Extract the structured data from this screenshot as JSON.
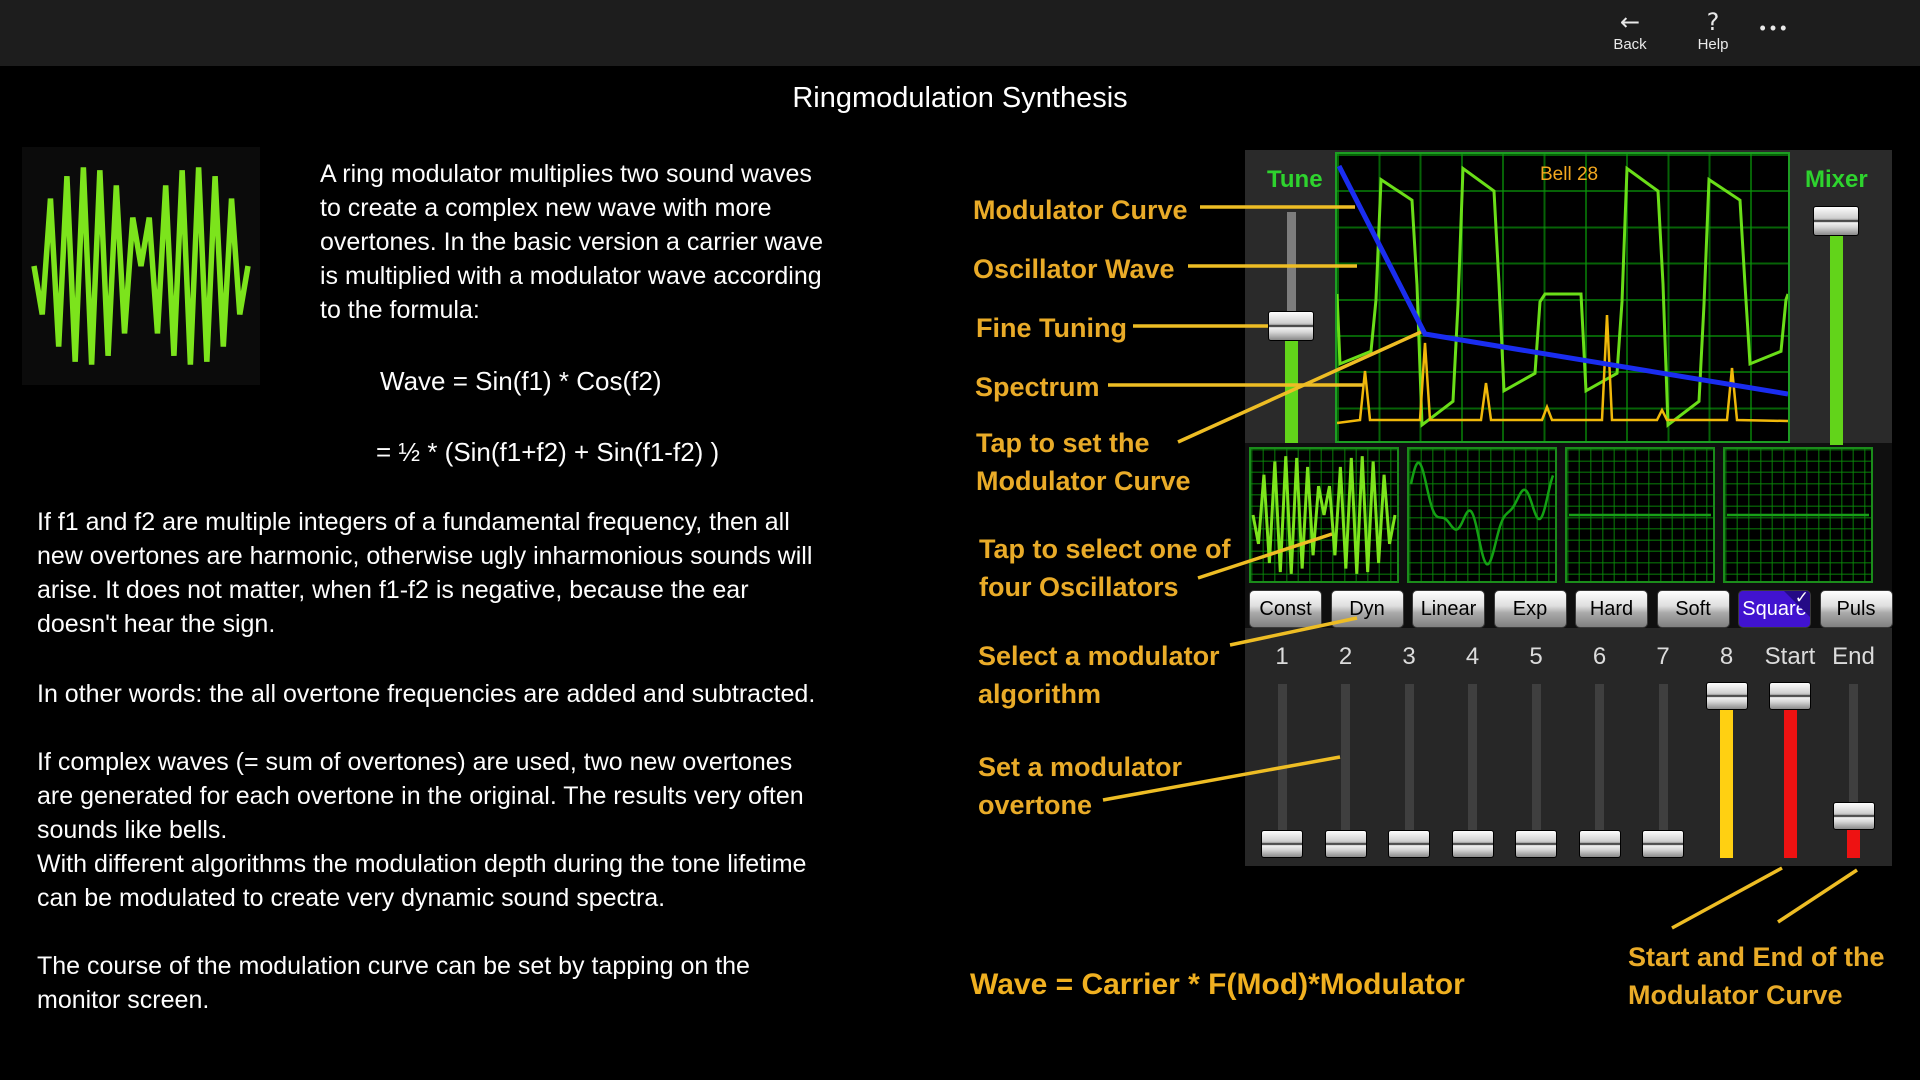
{
  "topbar": {
    "back_label": "Back",
    "help_label": "Help",
    "more_label": "•••",
    "back_icon": "←",
    "help_icon": "?"
  },
  "title": "Ringmodulation Synthesis",
  "article": {
    "intro": "A ring modulator multiplies two sound waves\nto create a complex new wave with more\novertones. In the basic version a carrier wave\nis multiplied with a modulator wave according\nto the formula:",
    "formula1": "Wave = Sin(f1) * Cos(f2)",
    "formula2": "= ½ * (Sin(f1+f2) + Sin(f1-f2) )",
    "para2": "If f1 and f2 are multiple integers of a fundamental frequency, then all\nnew overtones are harmonic, otherwise ugly inharmonious sounds will\narise. It does not matter, when f1-f2 is negative, because the ear\ndoesn't hear the sign.",
    "para3": "In other words: the all overtone frequencies are added and subtracted.",
    "para4": "If complex waves (= sum of overtones) are used, two new overtones\nare generated for each overtone in the original. The results very often\nsounds like bells.\nWith different algorithms the modulation depth during the tone lifetime\ncan be modulated to create very dynamic sound spectra.",
    "para5": "The course of the modulation curve can be set by tapping on the\nmonitor screen."
  },
  "annotations": {
    "modulator_curve": "Modulator Curve",
    "oscillator_wave": "Oscillator Wave",
    "fine_tuning": "Fine Tuning",
    "spectrum": "Spectrum",
    "tap_set": "Tap to set the\nModulator Curve",
    "tap_select": "Tap to select one of\nfour Oscillators",
    "select_algorithm": "Select a modulator\nalgorithm",
    "set_overtone": "Set a modulator\novertone",
    "start_end": "Start and End of the\nModulator Curve",
    "bottom_formula": "Wave = Carrier * F(Mod)*Modulator"
  },
  "synth": {
    "tune_label": "Tune",
    "mixer_label": "Mixer",
    "preset_label": "Bell 28",
    "algorithms": [
      {
        "label": "Const",
        "selected": false
      },
      {
        "label": "Dyn",
        "selected": false
      },
      {
        "label": "Linear",
        "selected": false
      },
      {
        "label": "Exp",
        "selected": false
      },
      {
        "label": "Hard",
        "selected": false
      },
      {
        "label": "Soft",
        "selected": false
      },
      {
        "label": "Square",
        "selected": true
      },
      {
        "label": "Puls",
        "selected": false
      }
    ],
    "sliders": [
      {
        "label": "1",
        "value": 0,
        "fill": null
      },
      {
        "label": "2",
        "value": 0,
        "fill": null
      },
      {
        "label": "3",
        "value": 0,
        "fill": null
      },
      {
        "label": "4",
        "value": 0,
        "fill": null
      },
      {
        "label": "5",
        "value": 0,
        "fill": null
      },
      {
        "label": "6",
        "value": 0,
        "fill": null
      },
      {
        "label": "7",
        "value": 0,
        "fill": null
      },
      {
        "label": "8",
        "value": 1,
        "fill": "slider_yellow"
      },
      {
        "label": "Start",
        "value": 1,
        "fill": "slider_red"
      },
      {
        "label": "End",
        "value": 0.19,
        "fill": "slider_red"
      }
    ]
  },
  "colors": {
    "annotation_text": "#e9ab28",
    "annotation_line": "#eebd24",
    "wave_green": "#6ade18",
    "bright_green": "#7ce41c",
    "dim_green": "#13a013",
    "flat_green": "#17a017",
    "fill_green": "#62d41a",
    "modulator_blue": "#1a2df0",
    "spectrum_yellow": "#f0b80a",
    "slider_yellow": "#ffd012",
    "slider_red": "#ee1212",
    "button_selected": "#4113d0",
    "preset_orange": "#f3a81f",
    "label_green": "#2ed32e"
  }
}
